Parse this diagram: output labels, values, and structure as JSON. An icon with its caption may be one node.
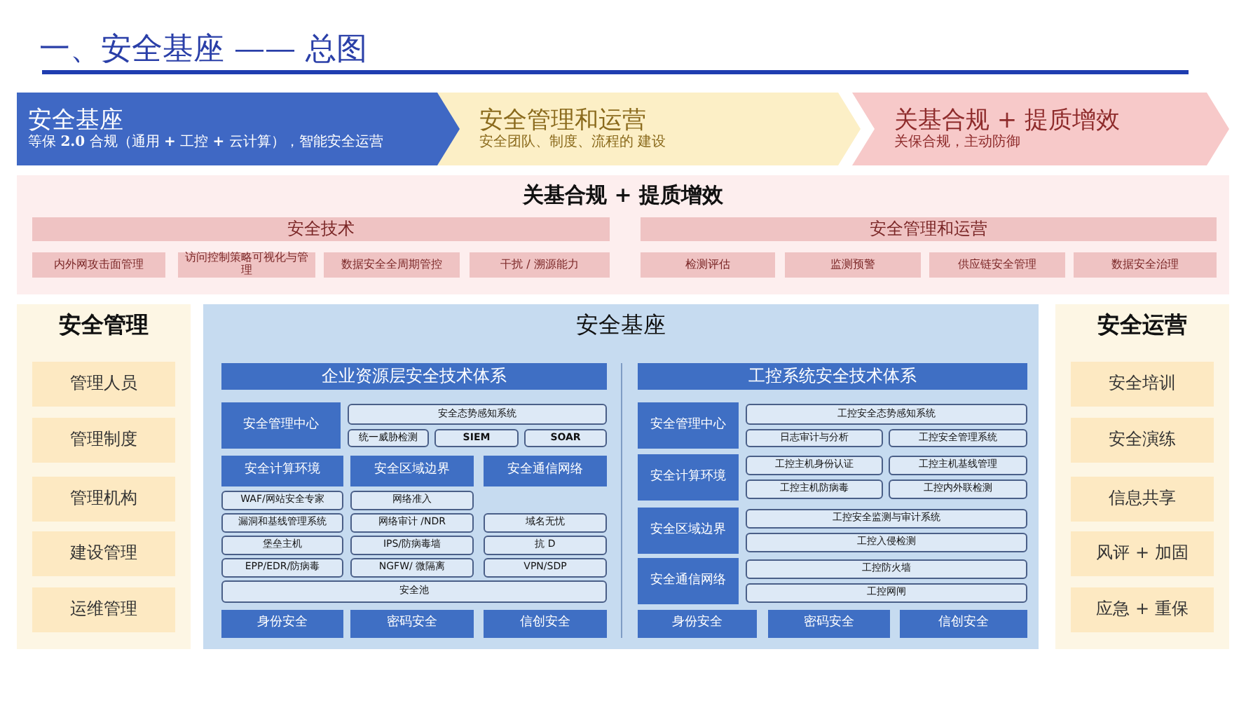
{
  "diagram": {
    "title": "一、安全基座 —— 总图",
    "nodes": [
      {
        "text": [
          "安全基座",
          "等保 **2.0** 合规（通用 **+** 工控 **+** 云计算），智能安全运营"
        ]
      },
      {
        "text": [
          "安全管理和运营",
          "安全团队、制度、流程的 建设"
        ]
      },
      {
        "text": [
          "关基合规 + 提质增效",
          "关保合规，主动防御"
        ]
      },
      {
        "text": [
          "关基合规 + 提质增效"
        ]
      },
      {
        "text": [
          "安全技术"
        ],
        "in": 3
      },
      {
        "text": [
          "内外网攻击面管理"
        ],
        "in": 3
      },
      {
        "text": [
          "访问控制策略可视化与管理"
        ],
        "in": 3
      },
      {
        "text": [
          "数据安全全周期管控"
        ],
        "in": 3
      },
      {
        "text": [
          "干扰 / 溯源能力"
        ],
        "in": 3
      },
      {
        "text": [
          "安全管理和运营"
        ],
        "in": 3
      },
      {
        "text": [
          "检测评估"
        ],
        "in": 3
      },
      {
        "text": [
          "监测预警"
        ],
        "in": 3
      },
      {
        "text": [
          "供应链安全管理"
        ],
        "in": 3
      },
      {
        "text": [
          "数据安全治理"
        ],
        "in": 3
      },
      {
        "text": [
          "安全管理"
        ]
      },
      {
        "text": [
          "管理人员"
        ],
        "in": 14
      },
      {
        "text": [
          "管理制度"
        ],
        "in": 14
      },
      {
        "text": [
          "管理机构"
        ],
        "in": 14
      },
      {
        "text": [
          "建设管理"
        ],
        "in": 14
      },
      {
        "text": [
          "运维管理"
        ],
        "in": 14
      },
      {
        "text": [
          "安全基座"
        ]
      },
      {
        "text": [
          "企业资源层安全技术体系"
        ],
        "in": 20
      },
      {
        "text": [
          "安全管理中心"
        ],
        "in": 20
      },
      {
        "text": [
          "安全态势感知系统"
        ],
        "in": 20
      },
      {
        "text": [
          "统一威胁检测"
        ],
        "in": 20
      },
      {
        "text": [
          "SIEM"
        ],
        "in": 20
      },
      {
        "text": [
          "SOAR"
        ],
        "in": 20
      },
      {
        "text": [
          "安全计算环境"
        ],
        "in": 20
      },
      {
        "text": [
          "安全区域边界"
        ],
        "in": 20
      },
      {
        "text": [
          "安全通信网络"
        ],
        "in": 20
      },
      {
        "text": [
          "WAF/网站安全专家"
        ],
        "in": 20
      },
      {
        "text": [
          "漏洞和基线管理系统"
        ],
        "in": 20
      },
      {
        "text": [
          "堡垒主机"
        ],
        "in": 20
      },
      {
        "text": [
          "EPP/EDR/防病毒"
        ],
        "in": 20
      },
      {
        "text": [
          "网络准入"
        ],
        "in": 20
      },
      {
        "text": [
          "网络审计 /NDR"
        ],
        "in": 20
      },
      {
        "text": [
          "IPS/防病毒墙"
        ],
        "in": 20
      },
      {
        "text": [
          "NGFW/ 微隔离"
        ],
        "in": 20
      },
      {
        "text": [
          "域名无忧"
        ],
        "in": 20
      },
      {
        "text": [
          "抗 D"
        ],
        "in": 20
      },
      {
        "text": [
          "VPN/SDP"
        ],
        "in": 20
      },
      {
        "text": [
          "安全池"
        ],
        "in": 20
      },
      {
        "text": [
          "身份安全"
        ],
        "in": 20
      },
      {
        "text": [
          "密码安全"
        ],
        "in": 20
      },
      {
        "text": [
          "信创安全"
        ],
        "in": 20
      },
      {
        "text": [
          "工控系统安全技术体系"
        ],
        "in": 20
      },
      {
        "text": [
          "安全管理中心"
        ],
        "in": 20
      },
      {
        "text": [
          "工控安全态势感知系统"
        ],
        "in": 20
      },
      {
        "text": [
          "日志审计与分析"
        ],
        "in": 20
      },
      {
        "text": [
          "工控安全管理系统"
        ],
        "in": 20
      },
      {
        "text": [
          "安全计算环境"
        ],
        "in": 20
      },
      {
        "text": [
          "工控主机身份认证"
        ],
        "in": 20
      },
      {
        "text": [
          "工控主机基线管理"
        ],
        "in": 20
      },
      {
        "text": [
          "工控主机防病毒"
        ],
        "in": 20
      },
      {
        "text": [
          "工控内外联检测"
        ],
        "in": 20
      },
      {
        "text": [
          "安全区域边界"
        ],
        "in": 20
      },
      {
        "text": [
          "工控安全监测与审计系统"
        ],
        "in": 20
      },
      {
        "text": [
          "工控入侵检测"
        ],
        "in": 20
      },
      {
        "text": [
          "安全通信网络"
        ],
        "in": 20
      },
      {
        "text": [
          "工控防火墙"
        ],
        "in": 20
      },
      {
        "text": [
          "工控网闸"
        ],
        "in": 20
      },
      {
        "text": [
          "身份安全"
        ],
        "in": 20
      },
      {
        "text": [
          "密码安全"
        ],
        "in": 20
      },
      {
        "text": [
          "信创安全"
        ],
        "in": 20
      },
      {
        "text": [
          "安全运营"
        ]
      },
      {
        "text": [
          "安全培训"
        ],
        "in": 64
      },
      {
        "text": [
          "安全演练"
        ],
        "in": 64
      },
      {
        "text": [
          "信息共享"
        ],
        "in": 64
      },
      {
        "text": [
          "风评 + 加固"
        ],
        "in": 64
      },
      {
        "text": [
          "应急 + 重保"
        ],
        "in": 64
      }
    ]
  }
}
